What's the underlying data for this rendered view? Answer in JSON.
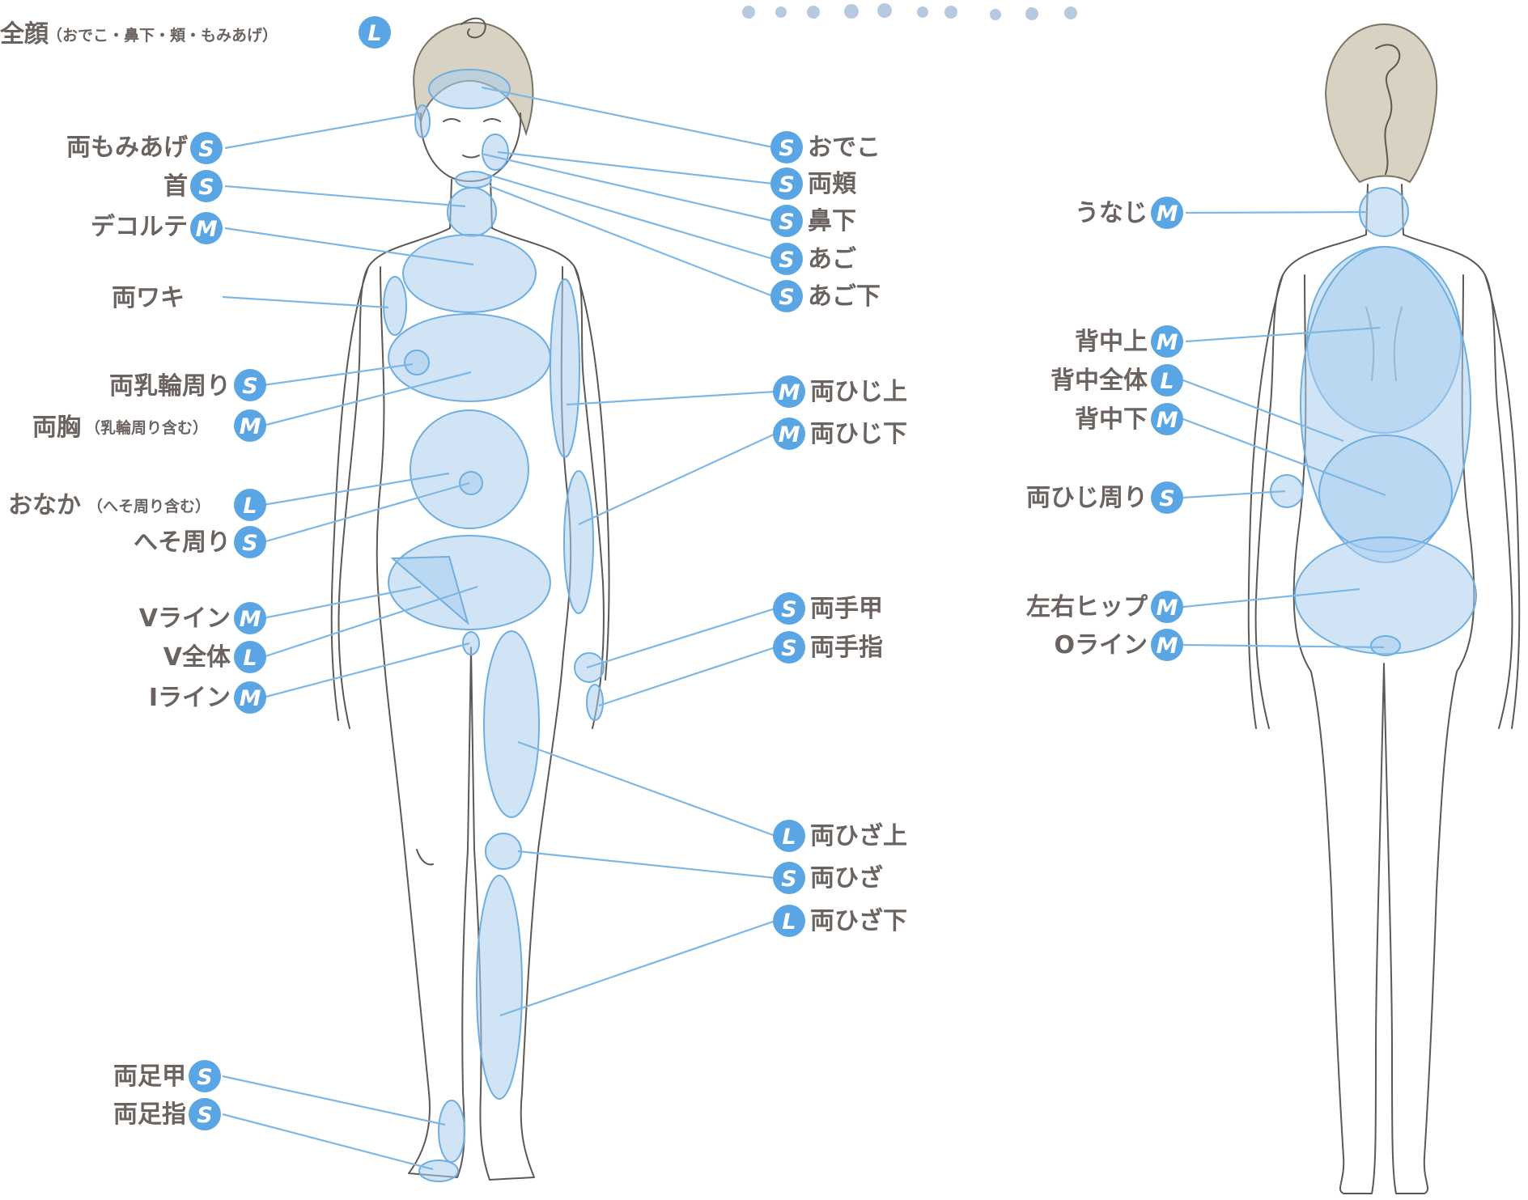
{
  "colors": {
    "badge": "#5aa5e3",
    "zone_fill": "#a9cdee",
    "leader": "#7db7e6",
    "label_text": "#6b6360",
    "hair": "#d8d2c2",
    "dots": "#b6c9e0"
  },
  "front": {
    "face_full": {
      "label": "全顔",
      "note": "（おでこ・鼻下・頬・もみあげ）",
      "size": "L"
    },
    "left_labels": [
      {
        "id": "sideburns",
        "label": "両もみあげ",
        "size": "S"
      },
      {
        "id": "neck",
        "label": "首",
        "size": "S"
      },
      {
        "id": "decollete",
        "label": "デコルテ",
        "size": "M"
      },
      {
        "id": "armpits",
        "label": "両ワキ",
        "size": ""
      },
      {
        "id": "areola",
        "label": "両乳輪周り",
        "size": "S"
      },
      {
        "id": "chest",
        "label": "両胸",
        "note": "（乳輪周り含む）",
        "size": "M"
      },
      {
        "id": "stomach",
        "label": "おなか",
        "note": "（へそ周り含む）",
        "size": "L"
      },
      {
        "id": "navel",
        "label": "へそ周り",
        "size": "S"
      },
      {
        "id": "vline",
        "label": "Vライン",
        "size": "M"
      },
      {
        "id": "vfull",
        "label": "V全体",
        "size": "L"
      },
      {
        "id": "iline",
        "label": "Iライン",
        "size": "M"
      },
      {
        "id": "instep",
        "label": "両足甲",
        "size": "S"
      },
      {
        "id": "toes",
        "label": "両足指",
        "size": "S"
      }
    ],
    "right_labels": [
      {
        "id": "forehead",
        "label": "おでこ",
        "size": "S"
      },
      {
        "id": "cheeks",
        "label": "両頬",
        "size": "S"
      },
      {
        "id": "upperlip",
        "label": "鼻下",
        "size": "S"
      },
      {
        "id": "chin",
        "label": "あご",
        "size": "S"
      },
      {
        "id": "underchin",
        "label": "あご下",
        "size": "S"
      },
      {
        "id": "upperarm",
        "label": "両ひじ上",
        "size": "M"
      },
      {
        "id": "forearm",
        "label": "両ひじ下",
        "size": "M"
      },
      {
        "id": "handback",
        "label": "両手甲",
        "size": "S"
      },
      {
        "id": "fingers",
        "label": "両手指",
        "size": "S"
      },
      {
        "id": "thigh",
        "label": "両ひざ上",
        "size": "L"
      },
      {
        "id": "knee",
        "label": "両ひざ",
        "size": "S"
      },
      {
        "id": "shin",
        "label": "両ひざ下",
        "size": "L"
      }
    ]
  },
  "back": {
    "labels": [
      {
        "id": "nape",
        "label": "うなじ",
        "size": "M"
      },
      {
        "id": "upperback",
        "label": "背中上",
        "size": "M"
      },
      {
        "id": "backfull",
        "label": "背中全体",
        "size": "L"
      },
      {
        "id": "lowerback",
        "label": "背中下",
        "size": "M"
      },
      {
        "id": "elbow",
        "label": "両ひじ周り",
        "size": "S"
      },
      {
        "id": "hips",
        "label": "左右ヒップ",
        "size": "M"
      },
      {
        "id": "oline",
        "label": "Oライン",
        "size": "M"
      }
    ]
  }
}
